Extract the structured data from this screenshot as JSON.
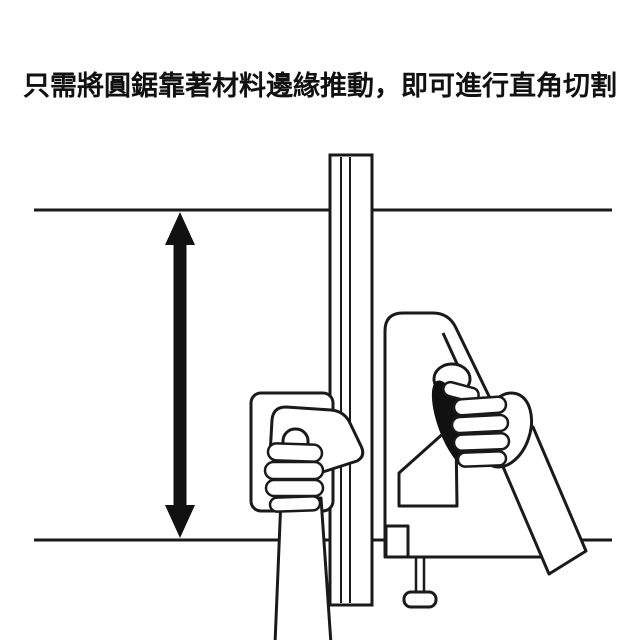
{
  "colors": {
    "background": "#ffffff",
    "ink": "#1a1a1a",
    "grip_fill": "#111111"
  },
  "caption": "只需將圓鋸靠著材料邊緣推動，即可進行直角切割",
  "figure": {
    "parts": [
      "material-top-edge",
      "material-bottom-edge",
      "width-arrow",
      "guide-rail",
      "circular-saw-body",
      "handle-opening",
      "rear-handle",
      "right-hand-on-handle",
      "front-guide-plate",
      "front-lever",
      "front-knob",
      "left-hand-on-knob",
      "depth-adjust-screw"
    ]
  }
}
